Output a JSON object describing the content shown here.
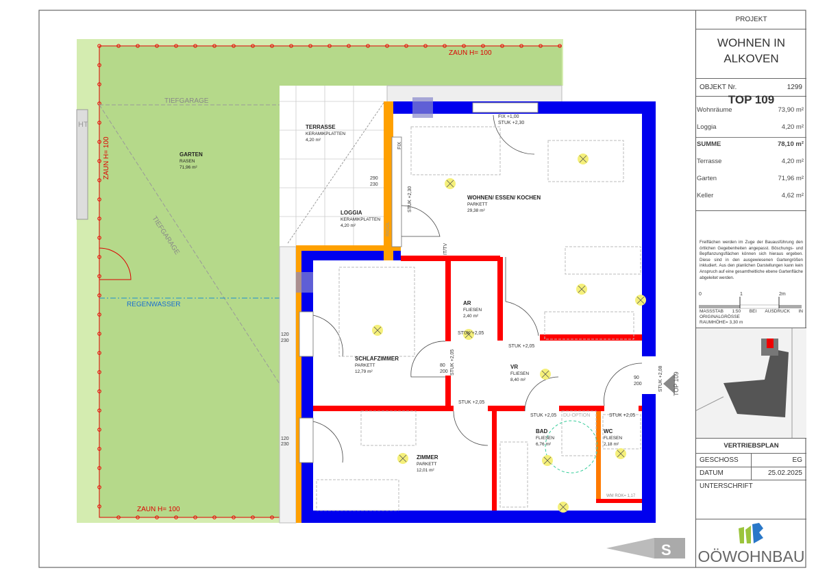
{
  "plan": {
    "fence_top": "ZAUN H= 100",
    "fence_left": "ZAUN H= 100",
    "fence_bottom": "ZAUN H= 100",
    "tiefgarage_1": "TIEFGARAGE",
    "tiefgarage_2": "TIEFGARAGE",
    "rainwater": "REGENWASSER",
    "edge_text": "HT",
    "top_label": "TOP 109",
    "rooms": [
      {
        "name": "GARTEN",
        "floor": "RASEN",
        "area": "71,96 m²"
      },
      {
        "name": "TERRASSE",
        "floor": "KERAMIKPLATTEN",
        "area": "4,20 m²"
      },
      {
        "name": "LOGGIA",
        "floor": "KERAMIKPLATTEN",
        "area": "4,20 m²"
      },
      {
        "name": "WOHNEN/ ESSEN/ KOCHEN",
        "floor": "PARKETT",
        "area": "29,38 m²"
      },
      {
        "name": "SCHLAFZIMMER",
        "floor": "PARKETT",
        "area": "12,79 m²"
      },
      {
        "name": "AR",
        "floor": "FLIESEN",
        "area": "2,40 m²"
      },
      {
        "name": "VR",
        "floor": "FLIESEN",
        "area": "8,40 m²"
      },
      {
        "name": "ZIMMER",
        "floor": "PARKETT",
        "area": "12,01 m²"
      },
      {
        "name": "BAD",
        "floor": "FLIESEN",
        "area": "6,76 m²"
      },
      {
        "name": "WC",
        "floor": "FLIESEN",
        "area": "2,18 m²"
      }
    ],
    "annotations": {
      "stuk_230": "STUK +2,30",
      "stuk_205": "STUK +2,05",
      "stuk_208": "STUK +2,08",
      "fix": "FIX",
      "fix_100": "FIX +1,00",
      "dim_290": "290",
      "dim_230": "230",
      "dim_120": "120",
      "dim_80": "80",
      "dim_200": "200",
      "dim_90": "90",
      "du_option": "DU-OPTION",
      "wm_rok": "WM ROK= 1,17",
      "it_tv": "IT/TV",
      "rigol": "RIGOL"
    }
  },
  "panel": {
    "project_label": "PROJEKT",
    "project_name_1": "WOHNEN IN",
    "project_name_2": "ALKOVEN",
    "object_label": "OBJEKT Nr.",
    "object_number": "1299",
    "top": "TOP 109",
    "areas": [
      {
        "label": "Wohnräume",
        "value": "73,90 m²"
      },
      {
        "label": "Loggia",
        "value": "4,20 m²"
      },
      {
        "label": "SUMME",
        "value": "78,10 m²"
      },
      {
        "label": "Terrasse",
        "value": "4,20 m²"
      },
      {
        "label": "Garten",
        "value": "71,96 m²"
      },
      {
        "label": "Keller",
        "value": "4,62 m²"
      }
    ],
    "note": "Freiflächen werden im Zuge der Bauausführung den örtlichen Gegebenheiten angepasst. Böschungs- und Bepflanzungsflächen können sich hieraus ergeben. Diese sind in den ausgewiesenen Gartengrößen inkludiert. Aus den planlichen Darstellungen kann kein Anspruch auf eine gesamtheitliche ebene Gartenfläche abgeleitet werden.",
    "scale_0": "0",
    "scale_1": "1",
    "scale_2": "2m",
    "scale_text": "MASSSTAB 1:50 BEI AUSDRUCK IN ORIGINALGRÖSSE",
    "room_height": "RAUMHÖHE= 3,30 m",
    "plan_type": "VERTRIEBSPLAN",
    "floor_label": "GESCHOSS",
    "floor_value": "EG",
    "date_label": "DATUM",
    "date_value": "25.02.2025",
    "signature_label": "UNTERSCHRIFT",
    "logo_text": "OÖWOHNBAU"
  },
  "colors": {
    "wall_outer": "#0000ee",
    "wall_inner": "#ff0000",
    "wall_loggia": "#ffa000",
    "garden": "#b5d98a",
    "garden_light": "#d4ecb0",
    "fence": "#e00000"
  }
}
